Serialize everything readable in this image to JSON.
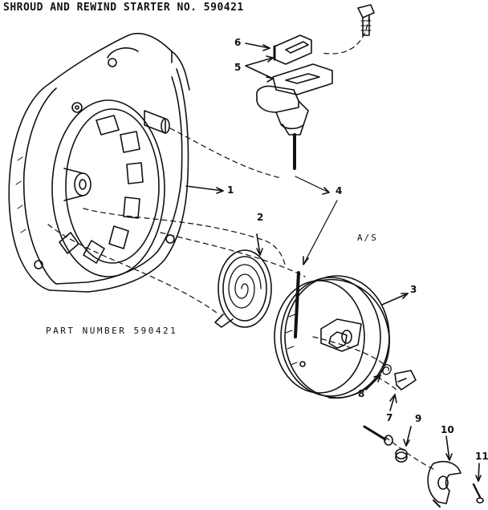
{
  "title": "SHROUD AND REWIND STARTER NO. 590421",
  "part_number_text": "PART NUMBER 590421",
  "as_mark": "A/S",
  "callouts": [
    "1",
    "2",
    "3",
    "4",
    "5",
    "6",
    "7",
    "8",
    "9",
    "10",
    "11"
  ],
  "colors": {
    "ink": "#111111",
    "paper": "#ffffff"
  }
}
